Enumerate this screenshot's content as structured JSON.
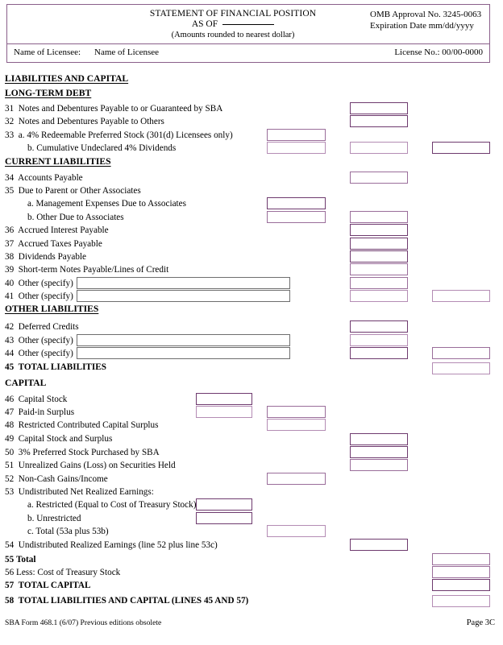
{
  "header": {
    "title": "STATEMENT OF FINANCIAL POSITION",
    "as_of_label": "AS OF",
    "as_of_value": "",
    "subtitle": "(Amounts rounded to nearest dollar)",
    "omb": "OMB Approval No. 3245-0063",
    "expiration": "Expiration Date  mm/dd/yyyy",
    "licensee_label": "Name of Licensee:",
    "licensee_value": "Name of Licensee",
    "license_no_label": "License No.:",
    "license_no_value": "00/00-0000"
  },
  "sections": {
    "liabilities_and_capital": "LIABILITIES AND CAPITAL",
    "long_term_debt": "LONG-TERM DEBT",
    "current_liabilities": "CURRENT LIABILITIES",
    "other_liabilities": "OTHER LIABILITIES",
    "capital": "CAPITAL"
  },
  "lines": {
    "n31": {
      "num": "31",
      "text": "Notes and Debentures Payable to or Guaranteed by SBA",
      "value": ""
    },
    "n32": {
      "num": "32",
      "text": "Notes and Debentures Payable to Others",
      "value": ""
    },
    "n33a": {
      "num": "33",
      "text": "a. 4% Redeemable Preferred Stock (301(d) Licensees only)",
      "value": ""
    },
    "n33b": {
      "num": "",
      "text": "b. Cumulative Undeclared 4% Dividends",
      "value": "",
      "value2": "",
      "value3": ""
    },
    "n34": {
      "num": "34",
      "text": "Accounts Payable",
      "value": ""
    },
    "n35": {
      "num": "35",
      "text": "Due to Parent or Other Associates",
      "value": ""
    },
    "n35a": {
      "num": "",
      "text": "a.  Management Expenses Due to Associates",
      "value": ""
    },
    "n35b": {
      "num": "",
      "text": "b. Other Due to Associates",
      "value": "",
      "value2": ""
    },
    "n36": {
      "num": "36",
      "text": "Accrued Interest Payable",
      "value": ""
    },
    "n37": {
      "num": "37",
      "text": "Accrued Taxes Payable",
      "value": ""
    },
    "n38": {
      "num": "38",
      "text": "Dividends Payable",
      "value": ""
    },
    "n39": {
      "num": "39",
      "text": "Short-term Notes Payable/Lines of Credit",
      "value": ""
    },
    "n40": {
      "num": "40",
      "text": "Other (specify)",
      "specify": "",
      "value": ""
    },
    "n41": {
      "num": "41",
      "text": "Other (specify)",
      "specify": "",
      "value": "",
      "value3": ""
    },
    "n42": {
      "num": "42",
      "text": "Deferred Credits",
      "value": ""
    },
    "n43": {
      "num": "43",
      "text": "Other (specify)",
      "specify": "",
      "value": ""
    },
    "n44": {
      "num": "44",
      "text": "Other (specify)",
      "specify": "",
      "value": "",
      "value3": ""
    },
    "n45": {
      "num": "45",
      "text": "TOTAL LIABILITIES",
      "value": ""
    },
    "n46": {
      "num": "46",
      "text": "Capital Stock",
      "value": ""
    },
    "n47": {
      "num": "47",
      "text": "Paid-in Surplus",
      "value": "",
      "value2": ""
    },
    "n48": {
      "num": "48",
      "text": "Restricted Contributed Capital Surplus",
      "value": ""
    },
    "n49": {
      "num": "49",
      "text": "Capital Stock and Surplus",
      "value": ""
    },
    "n50": {
      "num": "50",
      "text": "3% Preferred Stock Purchased by SBA",
      "value": ""
    },
    "n51": {
      "num": "51",
      "text": "Unrealized Gains (Loss) on Securities Held",
      "value": ""
    },
    "n52": {
      "num": "52",
      "text": "Non-Cash Gains/Income",
      "value": ""
    },
    "n53": {
      "num": "53",
      "text": "Undistributed Net Realized Earnings:",
      "value": ""
    },
    "n53a": {
      "num": "",
      "text": "a.  Restricted (Equal to Cost of Treasury Stock)",
      "value": ""
    },
    "n53b": {
      "num": "",
      "text": "b.  Unrestricted",
      "value": ""
    },
    "n53c": {
      "num": "",
      "text": "c.  Total (53a plus 53b)",
      "value": ""
    },
    "n54": {
      "num": "54",
      "text": "Undistributed Realized Earnings (line 52 plus line 53c)",
      "value": ""
    },
    "n55": {
      "num": "55",
      "text": "Total",
      "value": ""
    },
    "n56": {
      "num": "56",
      "text": "Less:  Cost of Treasury Stock",
      "value": ""
    },
    "n57": {
      "num": "57",
      "text": "TOTAL CAPITAL",
      "value": ""
    },
    "n58": {
      "num": "58",
      "text": "TOTAL LIABILITIES AND  CAPITAL (LINES 45 AND 57)",
      "value": ""
    }
  },
  "footer": {
    "left": "SBA Form 468.1 (6/07) Previous editions obsolete",
    "right": "Page 3C"
  },
  "colors": {
    "box_border": "#9a6d9a",
    "box_border_dark": "#6e3a6e",
    "box_border_light": "#b48cb4",
    "frame": "#8a5f8a",
    "specify_border": "#6e6e6e",
    "text": "#000000"
  }
}
